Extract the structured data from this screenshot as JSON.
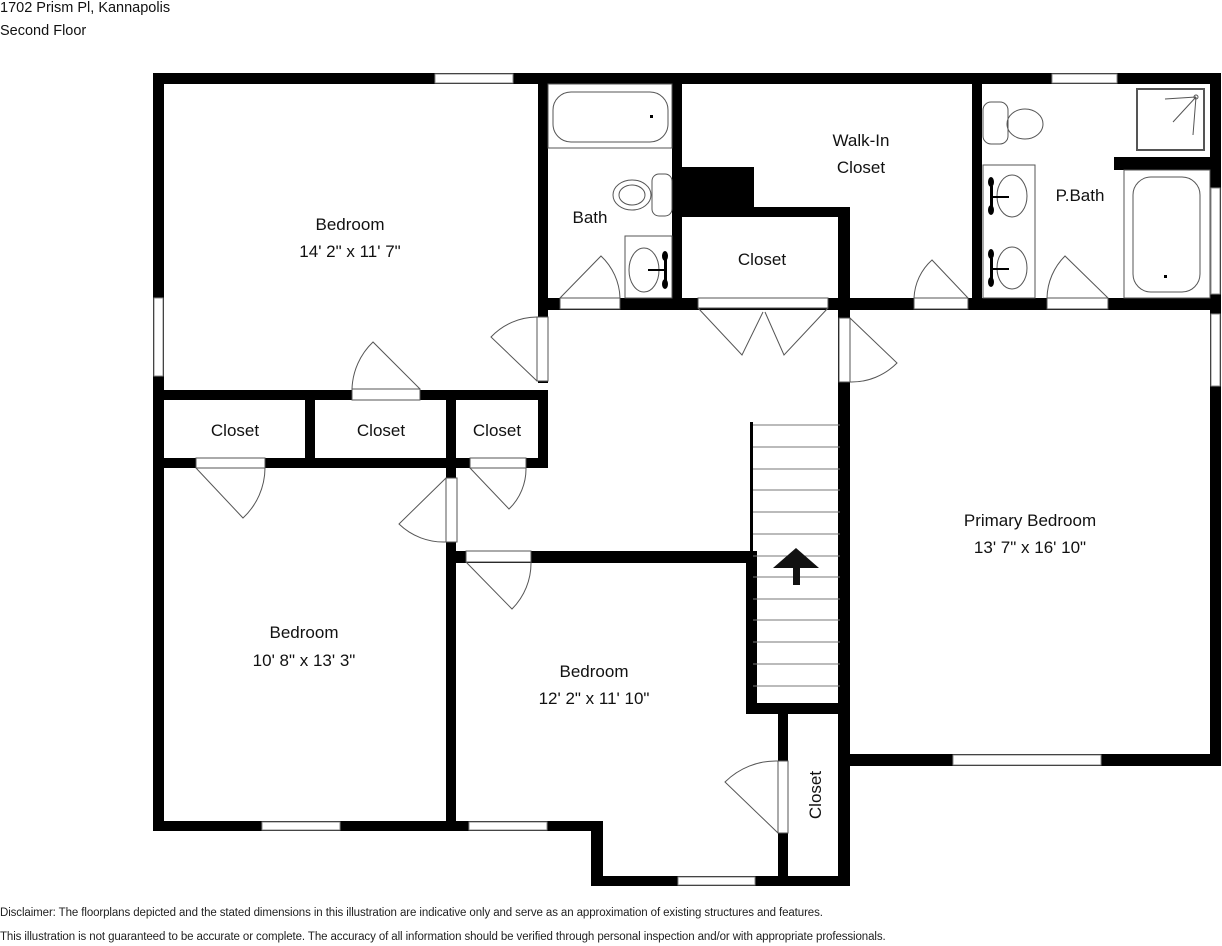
{
  "header": {
    "address": "1702 Prism Pl, Kannapolis",
    "floor": "Second Floor"
  },
  "rooms": {
    "bedroom_nw": {
      "name": "Bedroom",
      "dims": "14' 2\" x 11' 7\""
    },
    "bath": {
      "name": "Bath"
    },
    "walkin": {
      "name": "Walk-In",
      "name2": "Closet"
    },
    "closet_center": {
      "name": "Closet"
    },
    "pbath": {
      "name": "P.Bath"
    },
    "closet_1": {
      "name": "Closet"
    },
    "closet_2": {
      "name": "Closet"
    },
    "closet_3": {
      "name": "Closet"
    },
    "primary": {
      "name": "Primary Bedroom",
      "dims": "13' 7\" x 16' 10\""
    },
    "bedroom_sw": {
      "name": "Bedroom",
      "dims": "10' 8\" x 13' 3\""
    },
    "bedroom_s": {
      "name": "Bedroom",
      "dims": "12' 2\" x 11' 10\""
    },
    "closet_vertical": {
      "name": "Closet"
    }
  },
  "stairs": {
    "direction": "up",
    "icon": "arrow-up-icon"
  },
  "colors": {
    "wall": "#000000",
    "window": "#ffffff",
    "fixture_line": "#555555"
  },
  "disclaimer": {
    "line1": "Disclaimer: The floorplans depicted and the stated dimensions in this illustration are indicative only and serve as an approximation of existing structures and features.",
    "line2": "This illustration is not guaranteed to be accurate or complete. The accuracy of all information should be verified through personal inspection and/or with appropriate professionals."
  }
}
